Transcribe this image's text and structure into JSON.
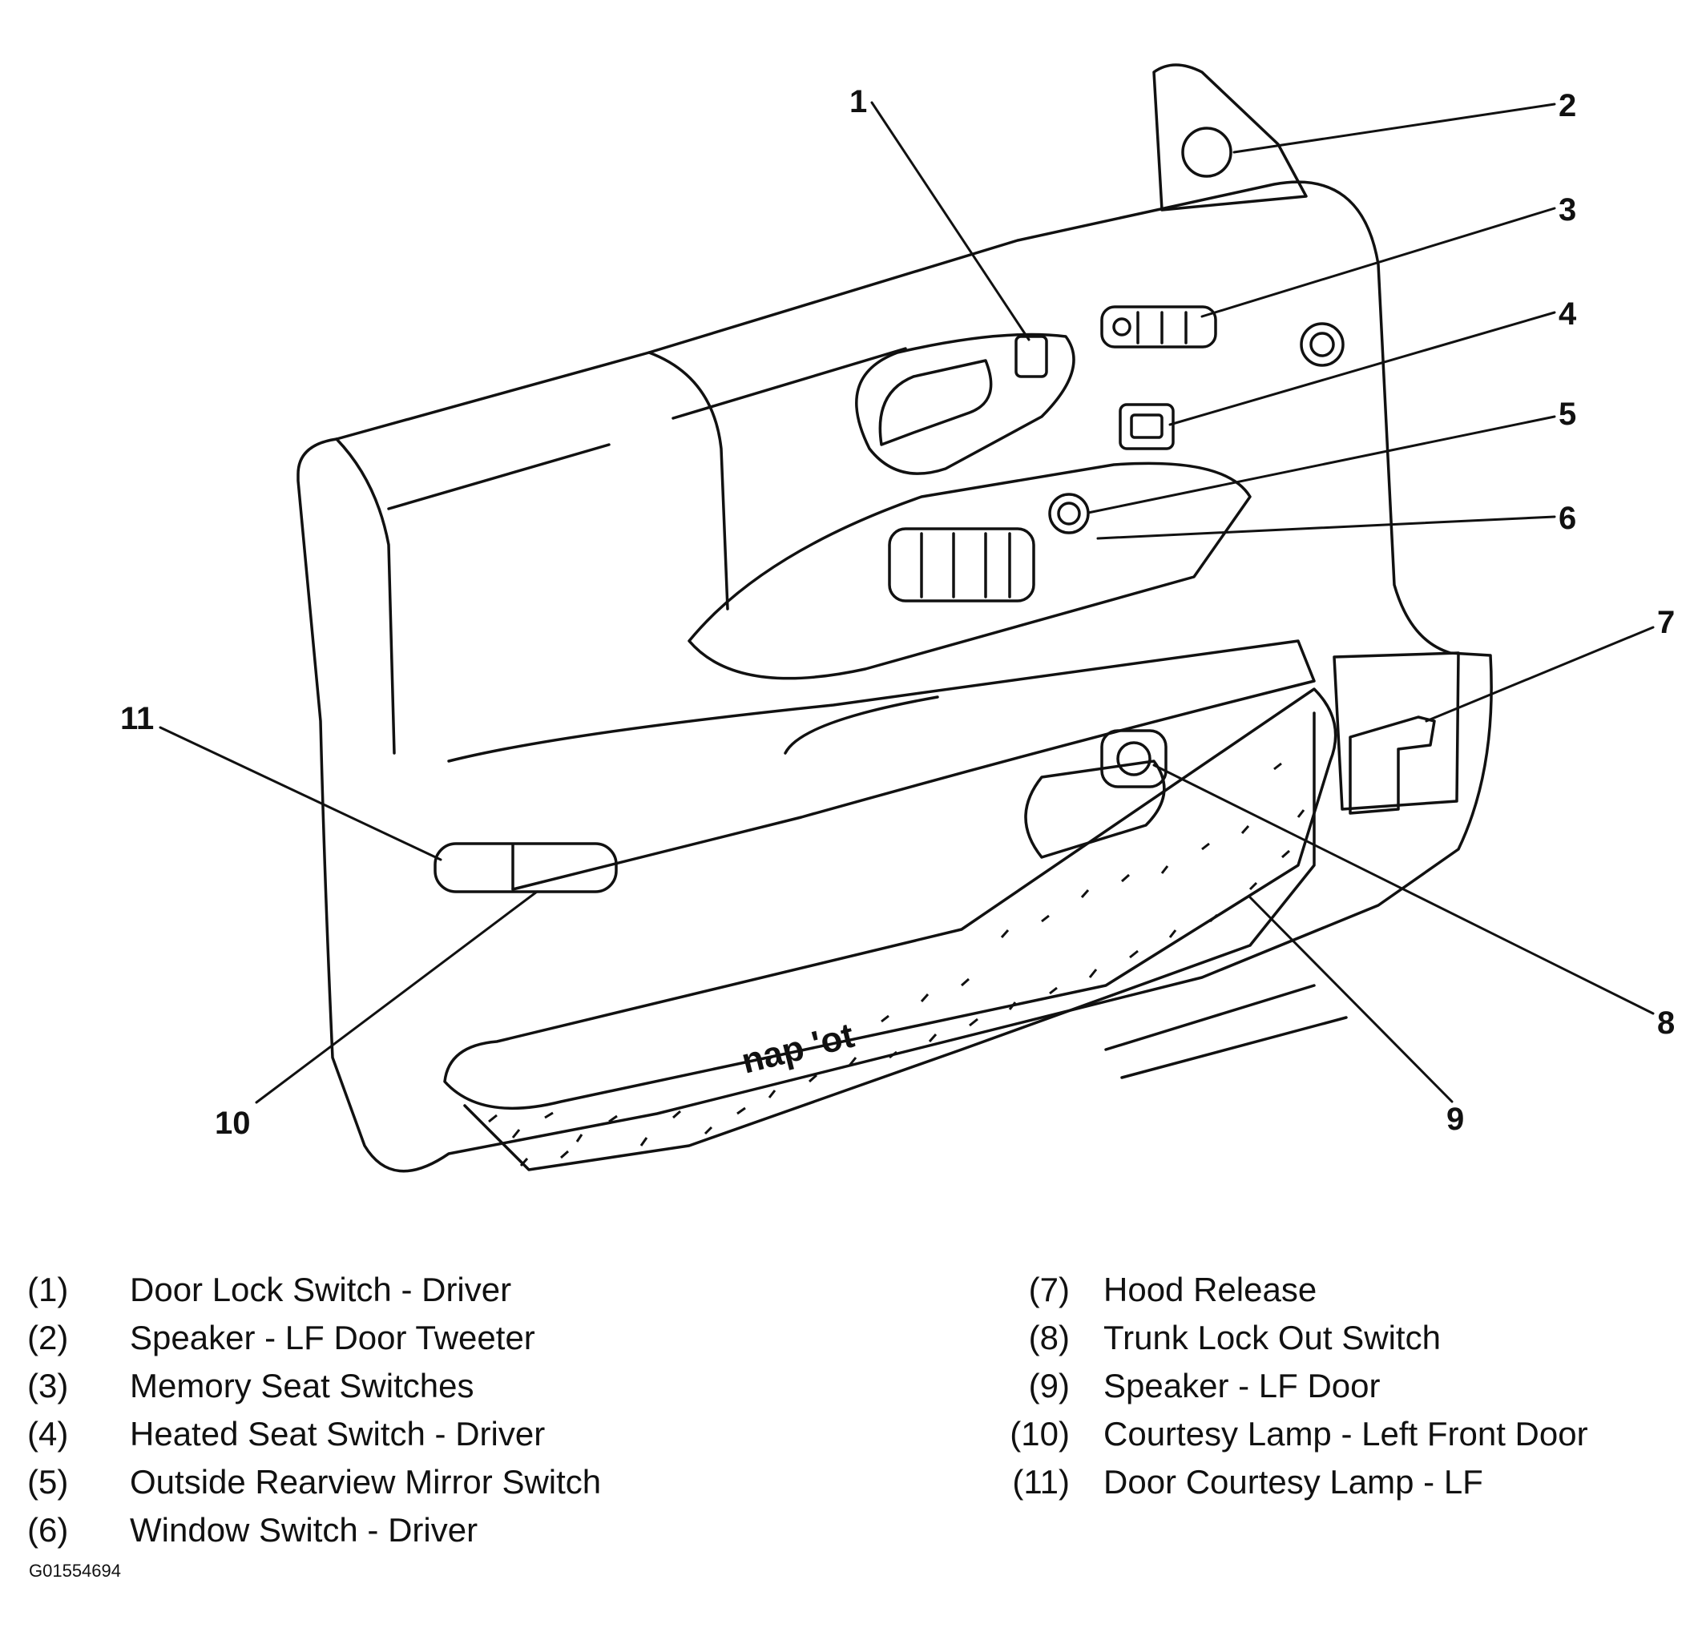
{
  "callouts": [
    {
      "num": "1",
      "name": "Door Lock Switch - Driver"
    },
    {
      "num": "2",
      "name": "Speaker - LF Door Tweeter"
    },
    {
      "num": "3",
      "name": "Memory Seat Switches"
    },
    {
      "num": "4",
      "name": "Heated Seat Switch - Driver"
    },
    {
      "num": "5",
      "name": "Outside Rearview Mirror Switch"
    },
    {
      "num": "6",
      "name": "Window Switch - Driver"
    },
    {
      "num": "7",
      "name": "Hood Release"
    },
    {
      "num": "8",
      "name": "Trunk Lock Out Switch"
    },
    {
      "num": "9",
      "name": "Speaker - LF Door"
    },
    {
      "num": "10",
      "name": "Courtesy Lamp - Left Front Door"
    },
    {
      "num": "11",
      "name": "Door Courtesy Lamp - LF"
    }
  ],
  "legend_labels": [
    "(1)",
    "(2)",
    "(3)",
    "(4)",
    "(5)",
    "(6)",
    "(7)",
    "(8)",
    "(9)",
    "(10)",
    "(11)"
  ],
  "carpet_text": "nap 'ot",
  "figure_id": "G01554694",
  "colors": {
    "line": "#111111",
    "background": "#ffffff"
  }
}
